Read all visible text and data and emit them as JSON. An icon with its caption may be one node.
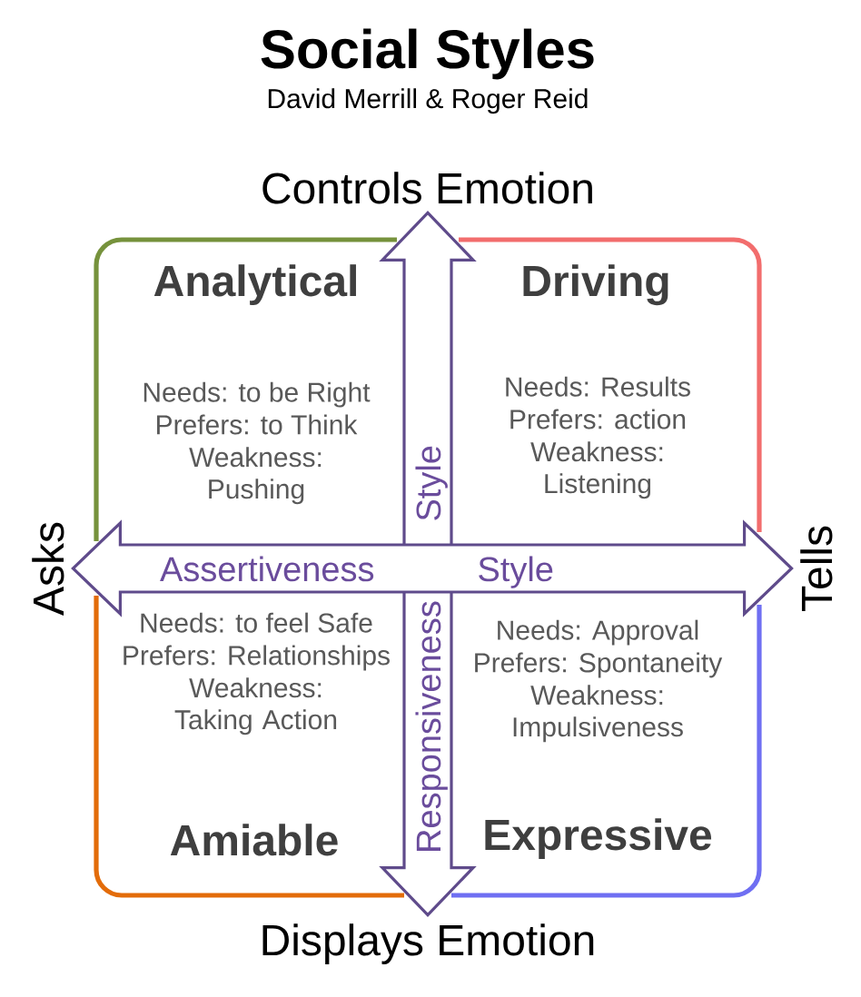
{
  "diagram": {
    "title": "Social Styles",
    "nodes": [
      {
        "text": [
          "Controls Emotion"
        ]
      },
      {
        "text": [
          "Analytical",
          "Needs: to be Right",
          "Prefers: to Think",
          "Weakness: Pushing"
        ]
      },
      {
        "text": [
          "Driving",
          "Needs: Results",
          "Prefers: action",
          "Weakness: Listening"
        ]
      },
      {
        "text": [
          "Asks"
        ]
      },
      {
        "text": [
          "Tells"
        ]
      },
      {
        "text": [
          "Needs: to feel Safe",
          "Prefers: Relationships",
          "Weakness: Taking Action",
          "Amiable"
        ]
      },
      {
        "text": [
          "Needs: Approval",
          "Prefers: Spontaneity",
          "Weakness: Impulsiveness",
          "Expressive"
        ]
      },
      {
        "text": [
          "Displays Emotion"
        ]
      }
    ],
    "edges": [
      {
        "from": 7,
        "to": 0,
        "arrow": "both",
        "label": "Responsiveness Style"
      },
      {
        "from": 3,
        "to": 4,
        "arrow": "both",
        "label": "Assertiveness Style"
      }
    ],
    "labels": [
      "David Merrill & Roger Reid"
    ]
  }
}
